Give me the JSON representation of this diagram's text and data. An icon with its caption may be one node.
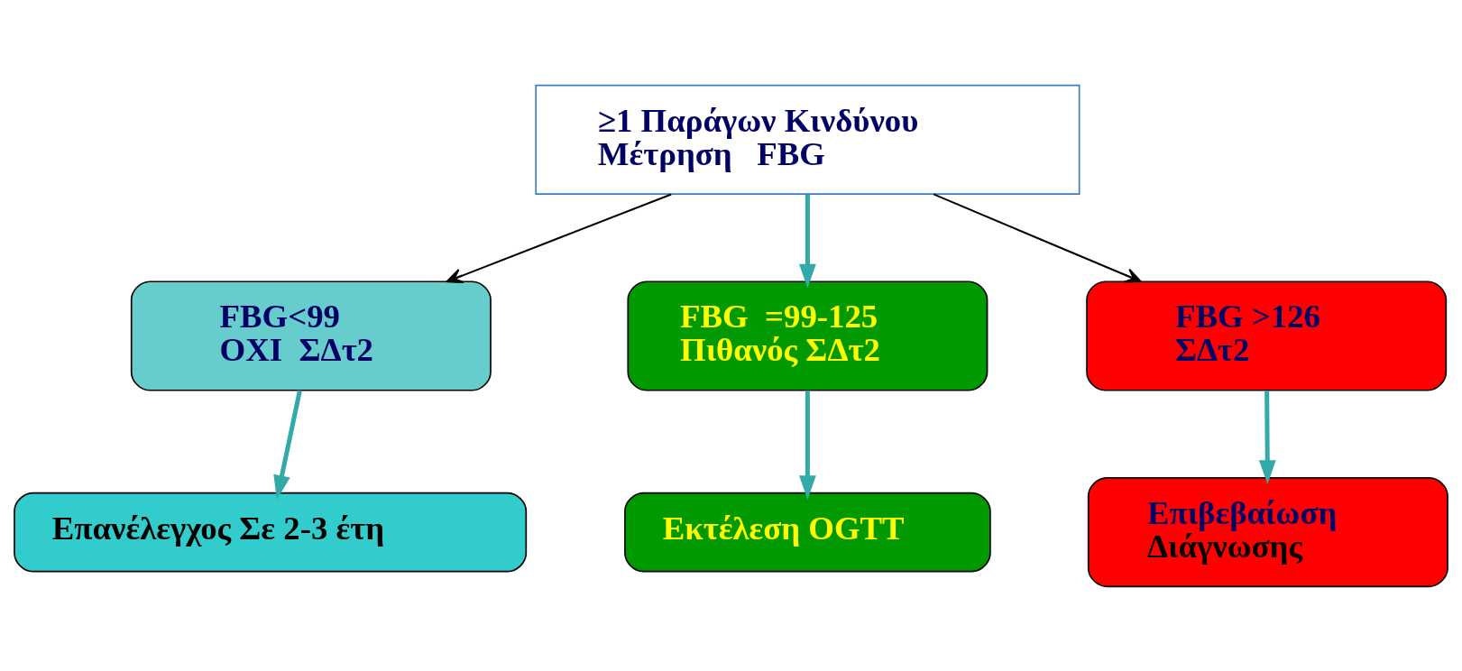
{
  "diagram": {
    "nodes": [
      {
        "text": [
          "≥1 Παράγων Κινδύνου",
          "Μέτρηση   FBG"
        ]
      },
      {
        "text": [
          "FBG<99",
          "ΟΧΙ  ΣΔτ2"
        ]
      },
      {
        "text": [
          "FBG  =99-125",
          "Πιθανός ΣΔτ2"
        ]
      },
      {
        "text": [
          "FBG >126",
          "ΣΔτ2"
        ]
      },
      {
        "text": [
          "Επανέλεγχος Σε 2-3 έτη"
        ]
      },
      {
        "text": [
          "Εκτέλεση OGTT"
        ]
      },
      {
        "text": [
          "Επιβεβαίωση",
          "Διάγνωσης"
        ]
      }
    ],
    "edges": [
      {
        "from": 0,
        "to": 1,
        "arrow": "to",
        "color": "#000000"
      },
      {
        "from": 0,
        "to": 2,
        "arrow": "to"
      },
      {
        "from": 0,
        "to": 3,
        "arrow": "to",
        "color": "#000000"
      },
      {
        "from": 1,
        "to": 4,
        "arrow": "to"
      },
      {
        "from": 2,
        "to": 5,
        "arrow": "to"
      },
      {
        "from": 3,
        "to": 6,
        "arrow": "to"
      }
    ]
  }
}
